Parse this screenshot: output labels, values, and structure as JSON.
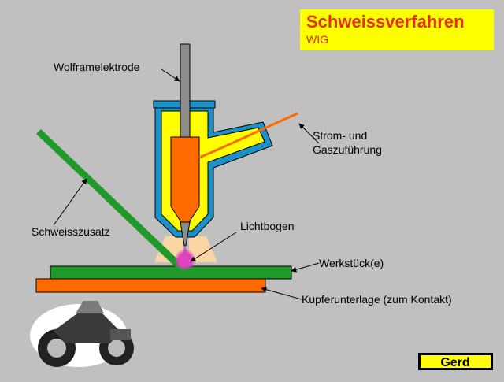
{
  "title": {
    "main": "Schweissverfahren",
    "sub": "WIG"
  },
  "labels": {
    "electrode": "Wolframelektrode",
    "supply_line1": "Strom- und",
    "supply_line2": "Gaszuführung",
    "filler": "Schweisszusatz",
    "arc": "Lichtbogen",
    "workpiece": "Werkstück(e)",
    "backing": "Kupferunterlage (zum Kontakt)"
  },
  "logo": {
    "text": "Gerd"
  },
  "colors": {
    "background": "#c0c0c0",
    "title_box": "#ffff00",
    "title_text": "#e63000",
    "nozzle_blue": "#1e90c8",
    "nozzle_yellow": "#ffff00",
    "electrode": "#8c8c8c",
    "holder": "#ff6a00",
    "filler_rod": "#1f9a2a",
    "workpiece": "#1f9a2a",
    "backing": "#ff6a00",
    "arc": "#e040c0",
    "gas_shield": "#ffd8a0"
  }
}
